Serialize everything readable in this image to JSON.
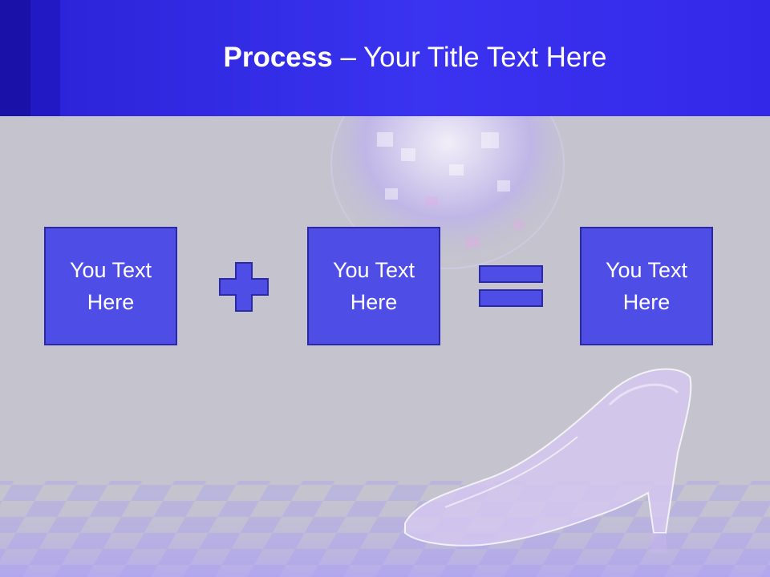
{
  "slide": {
    "title_bold": "Process",
    "title_rest": " – Your Title Text Here",
    "boxes": [
      "You Text Here",
      "You Text Here",
      "You Text Here"
    ],
    "operators": [
      "plus",
      "equals"
    ]
  },
  "colors": {
    "header": "#3a33f0",
    "box_fill": "#4e4de6",
    "box_border": "#2b29a8",
    "background": "#c5c4ce"
  }
}
